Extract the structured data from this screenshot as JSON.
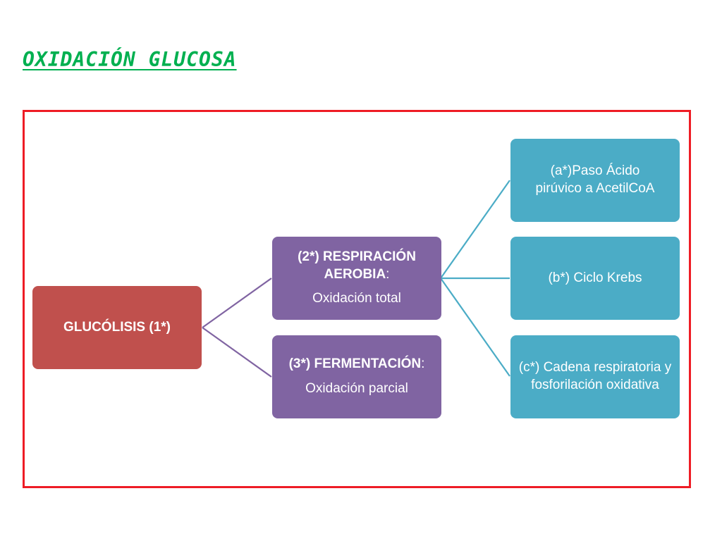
{
  "title": "OXIDACIÓN GLUCOSA",
  "colors": {
    "title": "#00b050",
    "frame": "#ee1c25",
    "root_box": "#c0504d",
    "middle_box": "#8064a2",
    "leaf_box": "#4bacc6",
    "root_connector": "#8064a2",
    "leaf_connector": "#4bacc6"
  },
  "diagram": {
    "root": {
      "label": "GLUCÓLISIS (1*)"
    },
    "respiracion": {
      "heading": "(2*) RESPIRACIÓN AEROBIA",
      "colon": ":",
      "subtitle": "Oxidación total"
    },
    "fermentacion": {
      "heading": "(3*) FERMENTACIÓN",
      "colon": ":",
      "subtitle": "Oxidación parcial"
    },
    "leaves": [
      {
        "label": "(a*)Paso Ácido pirúvico a AcetilCoA"
      },
      {
        "label": "(b*) Ciclo Krebs"
      },
      {
        "label": "(c*) Cadena respiratoria y fosforilación oxidativa"
      }
    ]
  }
}
